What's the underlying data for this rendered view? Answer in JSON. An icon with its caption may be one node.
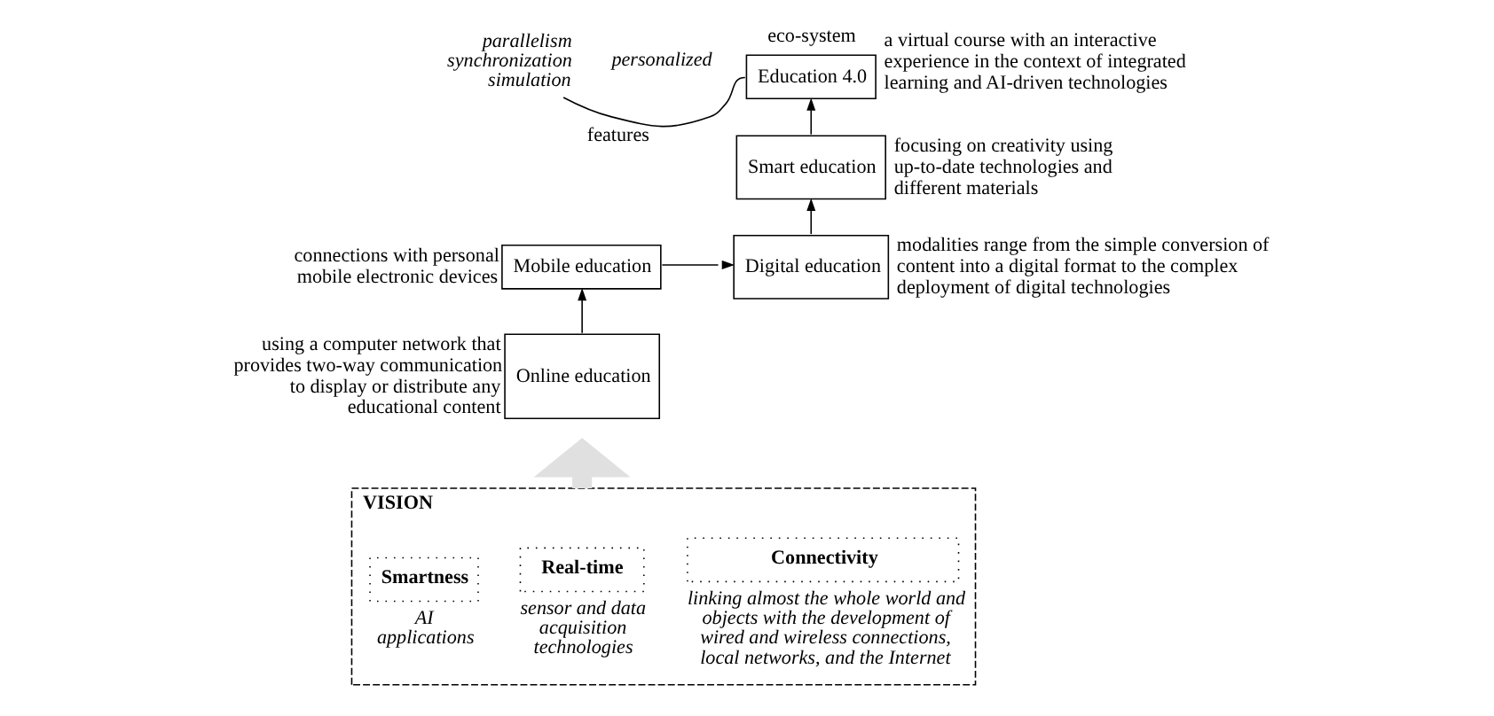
{
  "diagram": {
    "nodes": [
      {
        "text": [
          "Online education"
        ],
        "beside": [
          "using a computer network that provides two-way communication to display or distribute any educational content"
        ]
      },
      {
        "text": [
          "Mobile education"
        ],
        "beside": [
          "connections with personal mobile electronic devices"
        ]
      },
      {
        "text": [
          "Digital education"
        ],
        "beside": [
          "modalities range from the simple conversion of content into a digital format to the complex deployment of digital technologies"
        ]
      },
      {
        "text": [
          "Smart education"
        ],
        "beside": [
          "focusing on creativity using up-to-date technologies and different materials"
        ]
      },
      {
        "text": [
          "Education 4.0"
        ],
        "beside": [
          "eco-system",
          "a virtual course with an interactive experience in the context of integrated learning and AI-driven technologies"
        ]
      },
      {
        "text": [
          "parallelism",
          "synchronization",
          "simulation"
        ]
      },
      {
        "text": [
          "VISION"
        ]
      },
      {
        "text": [
          "Connectivity"
        ],
        "in": 6,
        "beside": [
          "linking almost the whole world and objects with the development of wired and wireless connections, local networks, and the Internet"
        ]
      },
      {
        "text": [
          "Real-time"
        ],
        "in": 6,
        "beside": [
          "sensor and data acquisition technologies"
        ]
      },
      {
        "text": [
          "Smartness"
        ],
        "in": 6,
        "beside": [
          "AI applications"
        ]
      }
    ],
    "edges": [
      {
        "from": 0,
        "to": 1,
        "arrow": "to"
      },
      {
        "from": 1,
        "to": 2,
        "arrow": "to"
      },
      {
        "from": 2,
        "to": 3,
        "arrow": "to"
      },
      {
        "from": 3,
        "to": 4,
        "arrow": "to"
      },
      {
        "from": 5,
        "to": 4,
        "arrow": "none",
        "label": "features"
      },
      {
        "from": 6,
        "to": null,
        "arrow": "to",
        "style": "thick",
        "color": "#e0e0e0"
      }
    ],
    "labels": [
      "personalized"
    ]
  }
}
